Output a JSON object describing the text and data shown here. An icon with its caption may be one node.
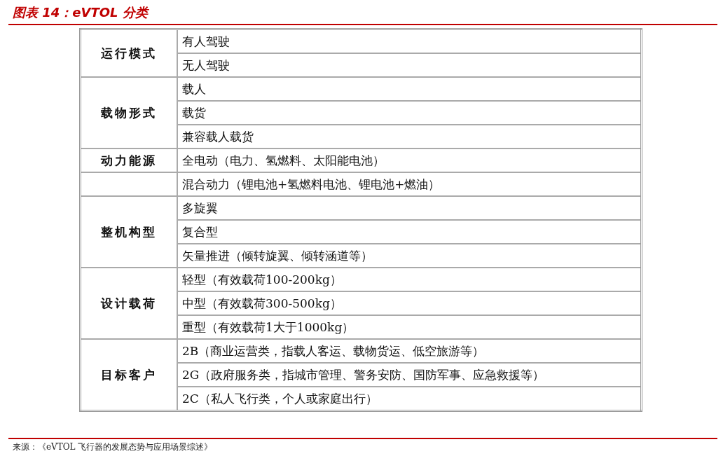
{
  "diagram": {
    "title": "图表 14：eVTOL 分类",
    "caption": "来源：《eVTOL 飞行器的发展态势与应用场景综述》",
    "labels": [
      "运行模式",
      "有人驾驶",
      "无人驾驶",
      "载物形式",
      "载人",
      "载货",
      "兼容载人载货",
      "动力能源",
      "全电动（电力、氢燃料、太阳能电池）",
      "混合动力（锂电池+氢燃料电池、锂电池+燃油）",
      "整机构型",
      "多旋翼",
      "复合型",
      "矢量推进（倾转旋翼、倾转涵道等）",
      "设计载荷",
      "轻型（有效载荷100-200kg）",
      "中型（有效载荷300-500kg）",
      "重型（有效载荷1大于1000kg）",
      "目标客户",
      "2B（商业运营类，指载人客运、载物货运、低空旅游等）",
      "2G（政府服务类，指城市管理、警务安防、国防军事、应急救援等）",
      "2C（私人飞行类，个人或家庭出行）"
    ]
  }
}
